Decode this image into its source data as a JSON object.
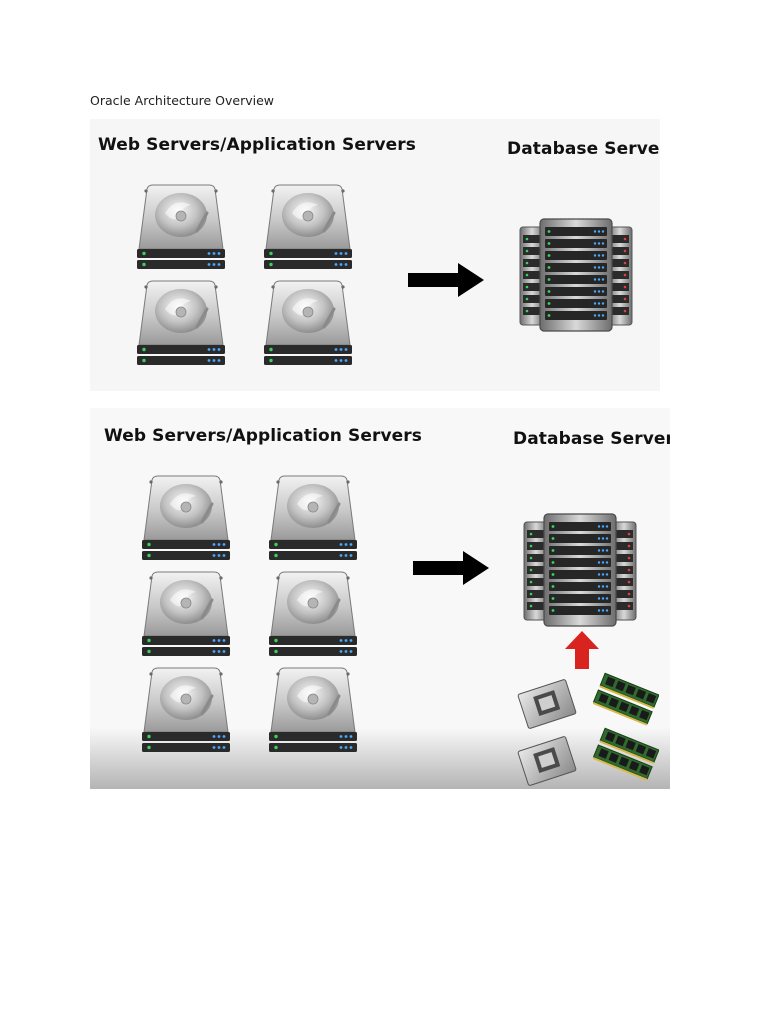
{
  "document": {
    "title": "Oracle Architecture Overview"
  },
  "slides": [
    {
      "web_heading": "Web Servers/Application Servers",
      "db_heading": "Database Server",
      "web_server_count": 4
    },
    {
      "web_heading": "Web Servers/Application Servers",
      "db_heading": "Database Server",
      "web_server_count": 6,
      "hardware": [
        "cpu-chip",
        "ram-module",
        "cpu-chip",
        "ram-module"
      ]
    }
  ],
  "colors": {
    "arrow": "#000000",
    "upgrade_arrow": "#d8231f",
    "led_green": "#3ad35a",
    "led_blue": "#4aa9ff",
    "led_red": "#e0403a"
  }
}
